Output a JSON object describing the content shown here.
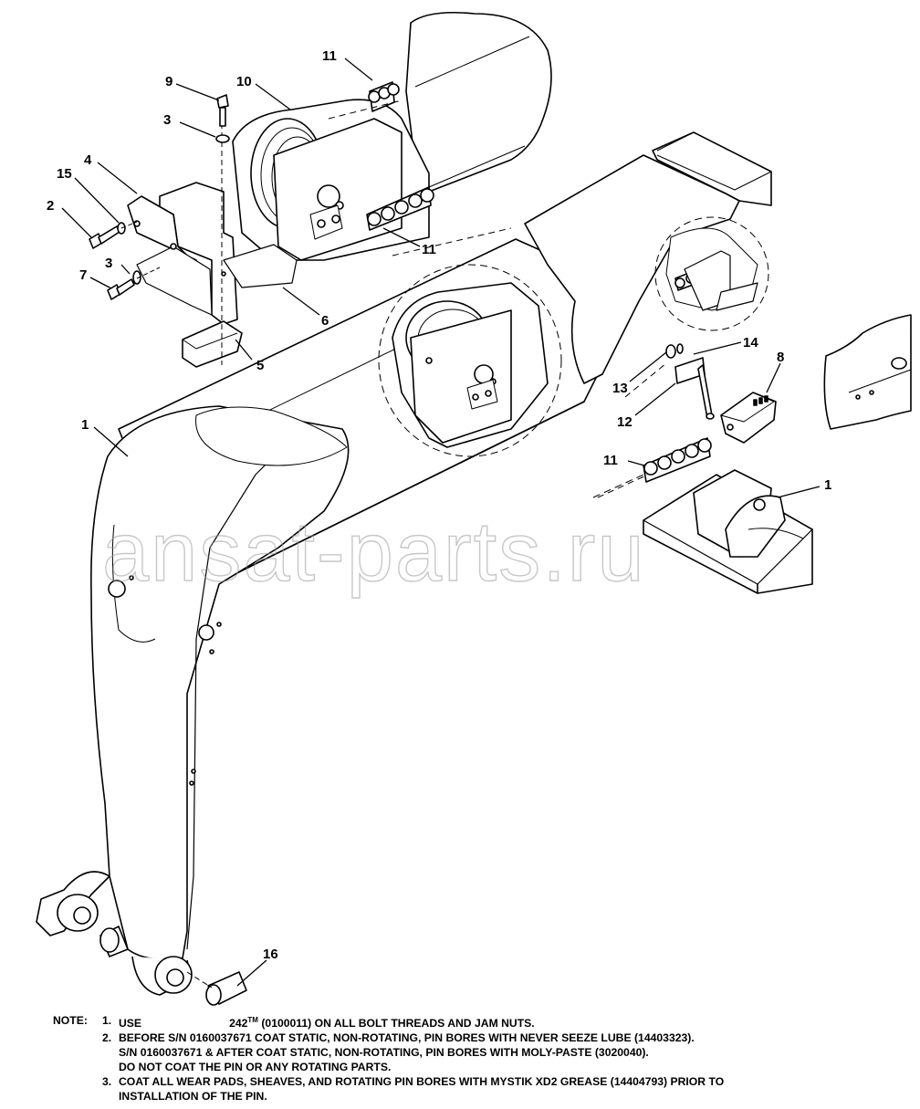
{
  "watermark": "ansat-parts.ru",
  "callouts": [
    "1",
    "1",
    "2",
    "3",
    "3",
    "4",
    "5",
    "6",
    "7",
    "8",
    "9",
    "10",
    "11",
    "11",
    "11",
    "12",
    "13",
    "14",
    "15",
    "16"
  ],
  "notes": {
    "label": "NOTE:",
    "items": [
      {
        "num": "1.",
        "lines": [
          "USE",
          "242",
          "TM",
          " (0100011) ON ALL BOLT THREADS AND JAM NUTS."
        ]
      },
      {
        "num": "2.",
        "lines": [
          "BEFORE S/N 0160037671 COAT STATIC, NON-ROTATING, PIN BORES WITH NEVER SEEZE LUBE (14403323).",
          "S/N 0160037671 & AFTER COAT STATIC, NON-ROTATING, PIN BORES WITH MOLY-PASTE (3020040).",
          "DO NOT COAT THE PIN OR ANY ROTATING PARTS."
        ]
      },
      {
        "num": "3.",
        "lines": [
          "COAT ALL WEAR PADS, SHEAVES, AND ROTATING PIN BORES WITH MYSTIK XD2 GREASE (14404793) PRIOR TO",
          "INSTALLATION OF THE PIN."
        ]
      }
    ]
  }
}
